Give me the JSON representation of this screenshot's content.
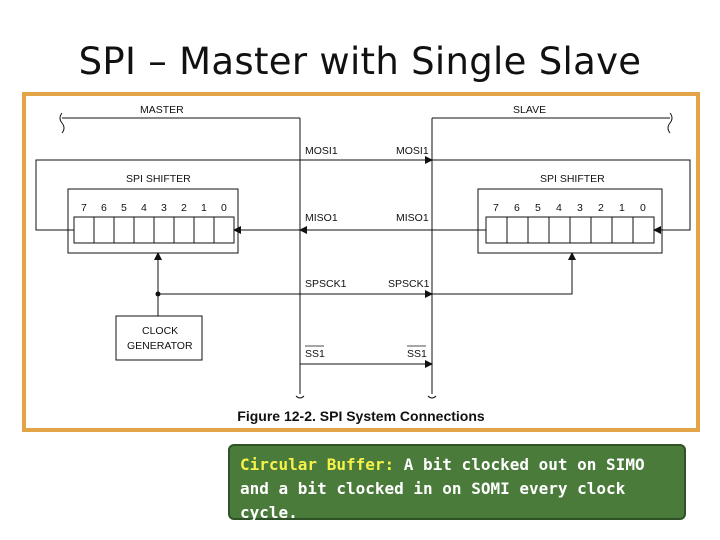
{
  "slide": {
    "title": "SPI – Master with Single Slave"
  },
  "figure": {
    "caption": "Figure 12-2. SPI System Connections",
    "master_label": "MASTER",
    "slave_label": "SLAVE",
    "master_shifter_label": "SPI SHIFTER",
    "slave_shifter_label": "SPI SHIFTER",
    "bits": [
      "7",
      "6",
      "5",
      "4",
      "3",
      "2",
      "1",
      "0"
    ],
    "clock_generator": [
      "CLOCK",
      "GENERATOR"
    ],
    "signals": {
      "mosi_master": "MOSI1",
      "mosi_slave": "MOSI1",
      "miso_master": "MISO1",
      "miso_slave": "MISO1",
      "spsck_master": "SPSCK1",
      "spsck_slave": "SPSCK1",
      "ss_master": "SS1",
      "ss_slave": "SS1"
    }
  },
  "note": {
    "highlight": "Circular Buffer:",
    "text": " A bit clocked out on SIMO and a bit clocked in on SOMI every clock cycle."
  },
  "colors": {
    "frame_border": "#e3a447",
    "note_background": "#4a7b3a",
    "note_highlight": "#f6f24a"
  }
}
